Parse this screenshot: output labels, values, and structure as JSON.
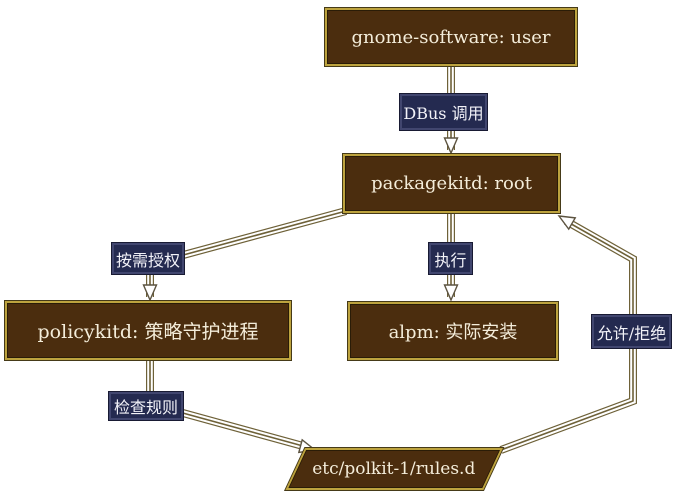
{
  "diagram": {
    "background": "#ffffff",
    "node_fill": "#4b2d0e",
    "node_border_gold": "#bda33e",
    "node_text_color": "#f4edda",
    "edge_label_fill": "#242a50",
    "edge_label_border": "#41466f",
    "edge_stroke": "#ffffff",
    "edge_outline": "#6e6138",
    "nodes": [
      {
        "id": "gnome-software",
        "label": "gnome-software: user",
        "shape": "rect"
      },
      {
        "id": "packagekitd",
        "label": "packagekitd: root",
        "shape": "rect"
      },
      {
        "id": "policykitd",
        "label": "policykitd: 策略守护进程",
        "shape": "rect"
      },
      {
        "id": "alpm",
        "label": "alpm: 实际安装",
        "shape": "rect"
      },
      {
        "id": "rules-dir",
        "label": "etc/polkit-1/rules.d",
        "shape": "parallelogram"
      }
    ],
    "edges": [
      {
        "from": "gnome-software",
        "to": "packagekitd",
        "label": "DBus 调用"
      },
      {
        "from": "packagekitd",
        "to": "policykitd",
        "label": "按需授权"
      },
      {
        "from": "packagekitd",
        "to": "alpm",
        "label": "执行"
      },
      {
        "from": "policykitd",
        "to": "rules-dir",
        "label": "检查规则"
      },
      {
        "from": "rules-dir",
        "to": "packagekitd",
        "label": "允许/拒绝"
      }
    ]
  }
}
